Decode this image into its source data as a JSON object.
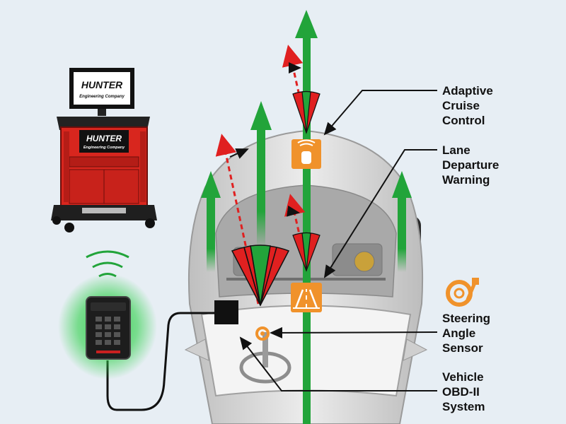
{
  "colors": {
    "background": "#e7eef4",
    "thrust_arrow": "#22a43a",
    "deviation_arrow": "#e02020",
    "sensor_box": "#f0922b",
    "cabinet_red": "#d8261e",
    "glow": "#2fd04a"
  },
  "cabinet": {
    "brand": "HUNTER",
    "sub": "Engineering Company"
  },
  "labels": {
    "adaptive_cruise": [
      "Adaptive",
      "Cruise",
      "Control"
    ],
    "lane_departure": [
      "Lane",
      "Departure",
      "Warning"
    ],
    "steering_angle": [
      "Steering",
      "Angle",
      "Sensor"
    ],
    "obd": [
      "Vehicle",
      "OBD-II",
      "System"
    ]
  },
  "icons": {
    "acc": "car-radar-icon",
    "ldw": "lane-road-icon",
    "steering": "steering-sensor-icon",
    "wireless": "wireless-signal-icon"
  }
}
